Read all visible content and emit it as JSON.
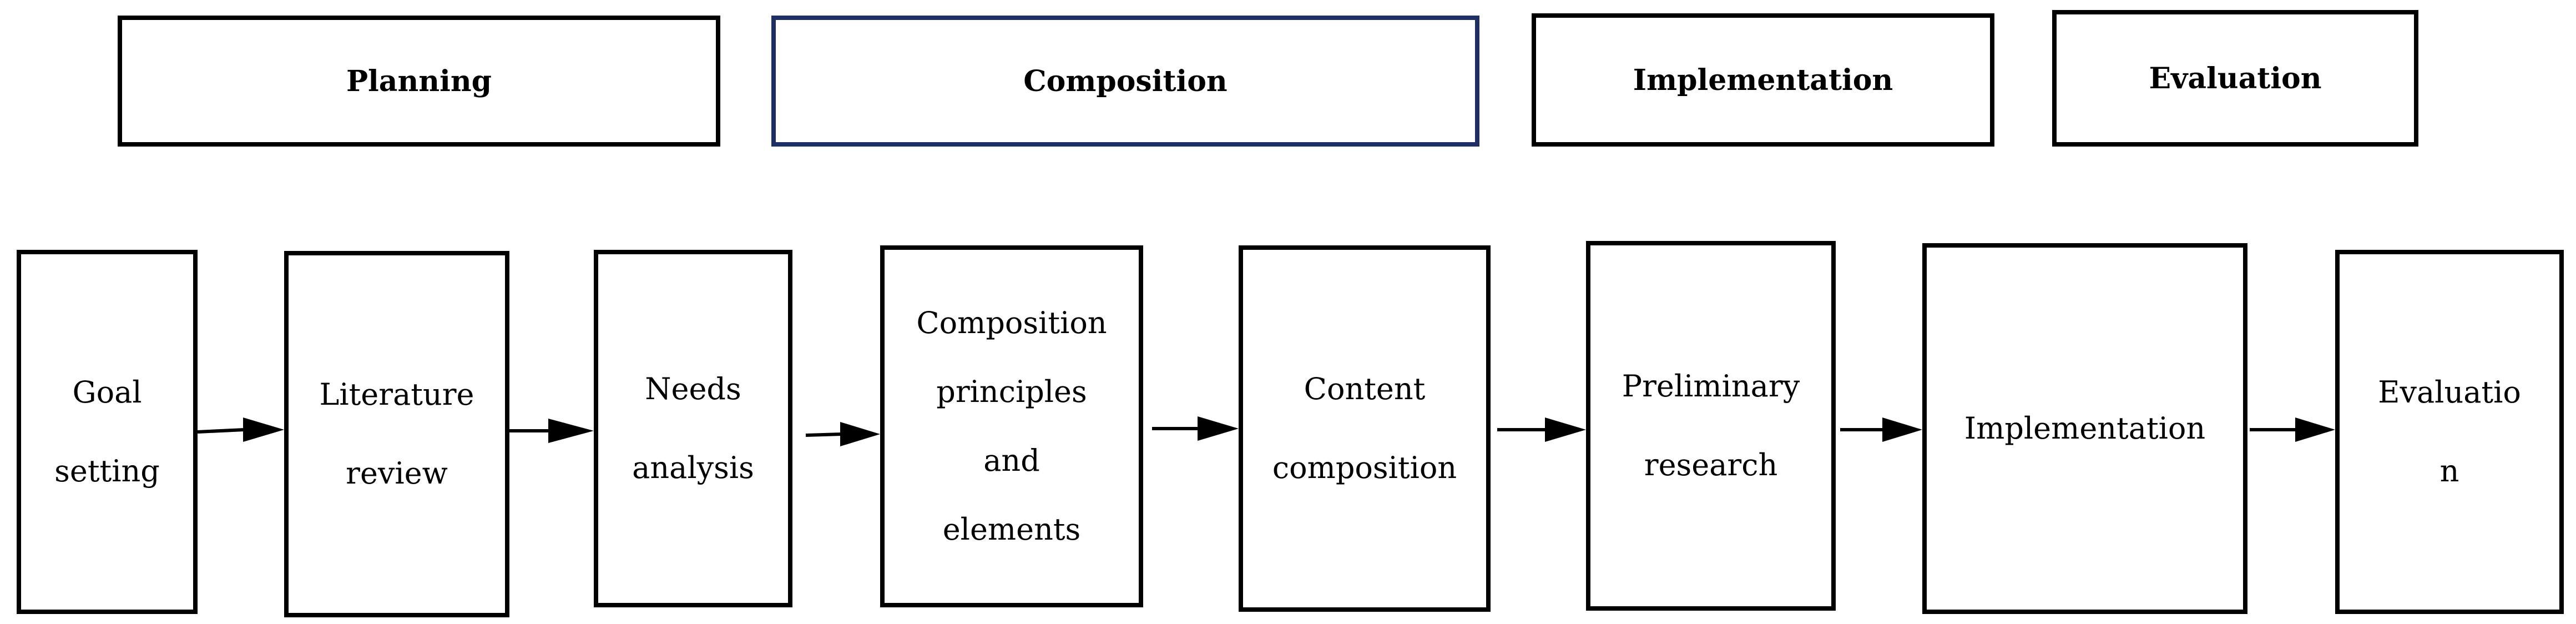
{
  "phases": [
    {
      "label": "Planning"
    },
    {
      "label": "Composition",
      "border_color": "#1f2f63"
    },
    {
      "label": "Implementation"
    },
    {
      "label": "Evaluation"
    }
  ],
  "steps": [
    {
      "label": "Goal\nsetting"
    },
    {
      "label": "Literature\nreview"
    },
    {
      "label": "Needs\nanalysis"
    },
    {
      "label": "Composition\nprinciples\nand\nelements"
    },
    {
      "label": "Content\ncomposition"
    },
    {
      "label": "Preliminary\nresearch"
    },
    {
      "label": "Implementation"
    },
    {
      "label": "Evaluatio\nn"
    }
  ],
  "colors": {
    "stroke": "#000000",
    "highlight_border": "#1f2f63"
  }
}
